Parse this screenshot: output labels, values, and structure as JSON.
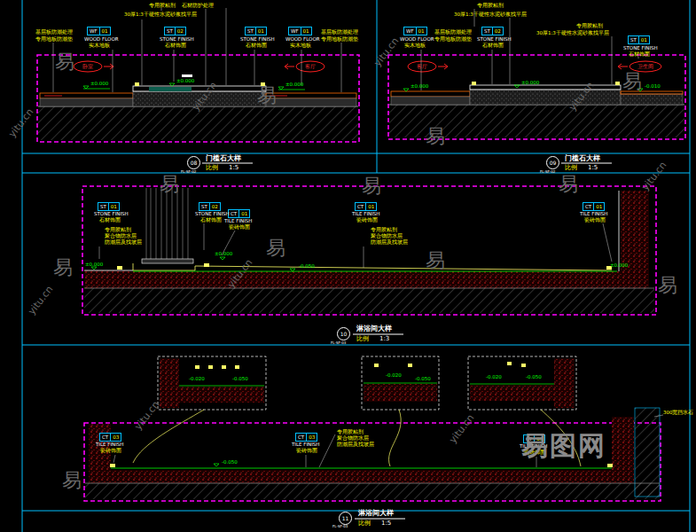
{
  "diagram": {
    "nodes": [
      {
        "text": [
          "WF",
          "01"
        ]
      },
      {
        "text": [
          "ST",
          "02"
        ]
      },
      {
        "text": [
          "ST",
          "01"
        ]
      },
      {
        "text": [
          "WF",
          "01"
        ]
      },
      {
        "text": [
          "WF",
          "01"
        ]
      },
      {
        "text": [
          "ST",
          "02"
        ]
      },
      {
        "text": [
          "ST",
          "01"
        ]
      },
      {
        "text": [
          "08"
        ]
      },
      {
        "text": [
          "09"
        ]
      },
      {
        "text": [
          "ST",
          "01"
        ]
      },
      {
        "text": [
          "ST",
          "02"
        ]
      },
      {
        "text": [
          "CT",
          "01"
        ]
      },
      {
        "text": [
          "CT",
          "01"
        ]
      },
      {
        "text": [
          "CT",
          "01"
        ]
      },
      {
        "text": [
          "10"
        ]
      },
      {
        "text": [
          "CT",
          "03"
        ]
      },
      {
        "text": [
          "CT",
          "03"
        ]
      },
      {
        "text": [
          "CT",
          "03"
        ]
      },
      {
        "text": [
          "11"
        ]
      }
    ],
    "labels": [
      "专用胶粘剂",
      "石材防护处理",
      "30厚1:3干硬性水泥砂浆找平层",
      "WOOD FLOOR",
      "实木地板",
      "STONE FINISH",
      "石材饰面",
      "STONE FINISH",
      "石材饰面",
      "WOOD FLOOR",
      "实木地板",
      "基层板防潮处理",
      "专用地板防潮垫",
      "基层板防潮处理",
      "专用地板防潮垫",
      "卧室",
      "客厅",
      "±0.000",
      "±0.000",
      "±0.000",
      "FL-SF-02",
      "门槛石大样",
      "比例",
      "1:5",
      "专用胶粘剂",
      "30厚1:3干硬性水泥砂浆找平层",
      "WOOD FLOOR",
      "实木地板",
      "基层板防潮处理",
      "专用地板防潮垫",
      "STONE FINISH",
      "石材饰面",
      "专用胶粘剂",
      "30厚1:3干硬性水泥砂浆找平层",
      "STONE FINISH",
      "石材饰面",
      "客厅",
      "卫生间",
      "±0.000",
      "±0.000",
      "-0.010",
      "FL-SF-02",
      "门槛石大样",
      "比例",
      "1:5",
      "STONE FINISH",
      "石材饰面",
      "STONE FINISH",
      "石材饰面",
      "TILE FINISH",
      "瓷砖饰面",
      "TILE FINISH",
      "瓷砖饰面",
      "TILE FINISH",
      "瓷砖饰面",
      "专用胶粘剂",
      "聚合物防水层",
      "防潮层及找坡层",
      "专用胶粘剂",
      "聚合物防水层",
      "防潮层及找坡层",
      "±0.000",
      "±0.000",
      "-0.050",
      "±0.000",
      "FL-SF-03",
      "淋浴间大样",
      "比例",
      "1:3",
      "TILE FINISH",
      "瓷砖饰面",
      "TILE FINISH",
      "瓷砖饰面",
      "TILE FINISH",
      "瓷砖饰面",
      "专用胶粘剂",
      "聚合物防水层",
      "防潮层及找坡层",
      "-0.050",
      "-0.020",
      "-0.050",
      "-0.020",
      "-0.050",
      "-0.020",
      "-0.050",
      "300宽挡水石",
      "FL-SF-03",
      "淋浴间大样",
      "比例",
      "1:5",
      "易",
      "易",
      "易",
      "易",
      "易",
      "易",
      "易",
      "易",
      "易",
      "易",
      "易",
      "易",
      "yitu.cn",
      "yitu.cn",
      "yitu.cn",
      "yitu.cn",
      "yitu.cn",
      "yitu.cn",
      "yitu.cn",
      "yitu.cn",
      "yitu.cn",
      "易图网"
    ]
  }
}
